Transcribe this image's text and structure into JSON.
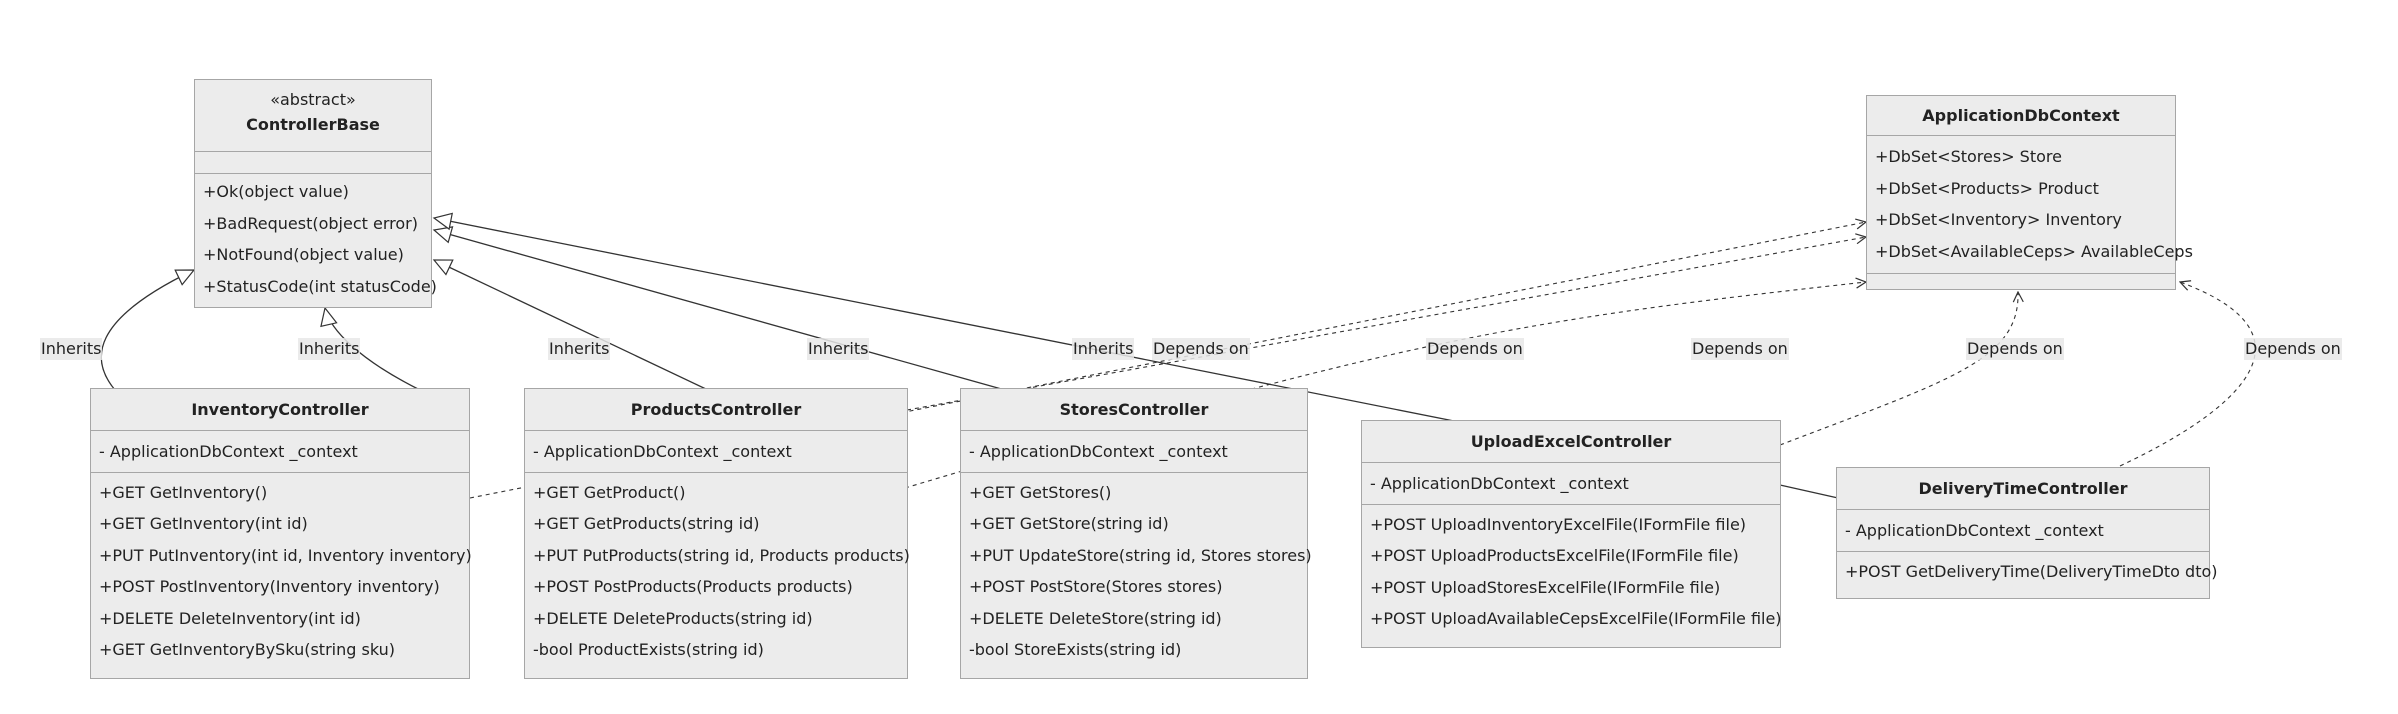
{
  "classes": {
    "controller_base": {
      "stereotype": "«abstract»",
      "name": "ControllerBase",
      "fields": [],
      "methods": [
        "+Ok(object value)",
        "+BadRequest(object error)",
        "+NotFound(object value)",
        "+StatusCode(int statusCode)"
      ]
    },
    "app_db_context": {
      "name": "ApplicationDbContext",
      "fields": [
        "+DbSet<Stores> Store",
        "+DbSet<Products> Product",
        "+DbSet<Inventory> Inventory",
        "+DbSet<AvailableCeps> AvailableCeps"
      ],
      "methods": []
    },
    "inventory_controller": {
      "name": "InventoryController",
      "fields": [
        "- ApplicationDbContext _context"
      ],
      "methods": [
        "+GET GetInventory()",
        "+GET GetInventory(int id)",
        "+PUT PutInventory(int id, Inventory inventory)",
        "+POST PostInventory(Inventory inventory)",
        "+DELETE DeleteInventory(int id)",
        "+GET GetInventoryBySku(string sku)"
      ]
    },
    "products_controller": {
      "name": "ProductsController",
      "fields": [
        "- ApplicationDbContext _context"
      ],
      "methods": [
        "+GET GetProduct()",
        "+GET GetProducts(string id)",
        "+PUT PutProducts(string id, Products products)",
        "+POST PostProducts(Products products)",
        "+DELETE DeleteProducts(string id)",
        "-bool ProductExists(string id)"
      ]
    },
    "stores_controller": {
      "name": "StoresController",
      "fields": [
        "- ApplicationDbContext _context"
      ],
      "methods": [
        "+GET GetStores()",
        "+GET GetStore(string id)",
        "+PUT UpdateStore(string id, Stores stores)",
        "+POST PostStore(Stores stores)",
        "+DELETE DeleteStore(string id)",
        "-bool StoreExists(string id)"
      ]
    },
    "upload_excel_controller": {
      "name": "UploadExcelController",
      "fields": [
        "- ApplicationDbContext _context"
      ],
      "methods": [
        "+POST UploadInventoryExcelFile(IFormFile file)",
        "+POST UploadProductsExcelFile(IFormFile file)",
        "+POST UploadStoresExcelFile(IFormFile file)",
        "+POST UploadAvailableCepsExcelFile(IFormFile file)"
      ]
    },
    "delivery_time_controller": {
      "name": "DeliveryTimeController",
      "fields": [
        "- ApplicationDbContext _context"
      ],
      "methods": [
        "+POST GetDeliveryTime(DeliveryTimeDto dto)"
      ]
    }
  },
  "edge_labels": {
    "inherits_inventory": "Inherits",
    "inherits_products": "Inherits",
    "inherits_stores": "Inherits",
    "inherits_upload": "Inherits",
    "inherits_delivery": "Inherits",
    "depends_inventory": "Depends on",
    "depends_products": "Depends on",
    "depends_stores": "Depends on",
    "depends_upload": "Depends on",
    "depends_delivery": "Depends on"
  },
  "colors": {
    "box_fill": "#ececec",
    "box_border": "#a6a6a6",
    "edge": "#333333",
    "label_bg": "#e8e8e8"
  }
}
